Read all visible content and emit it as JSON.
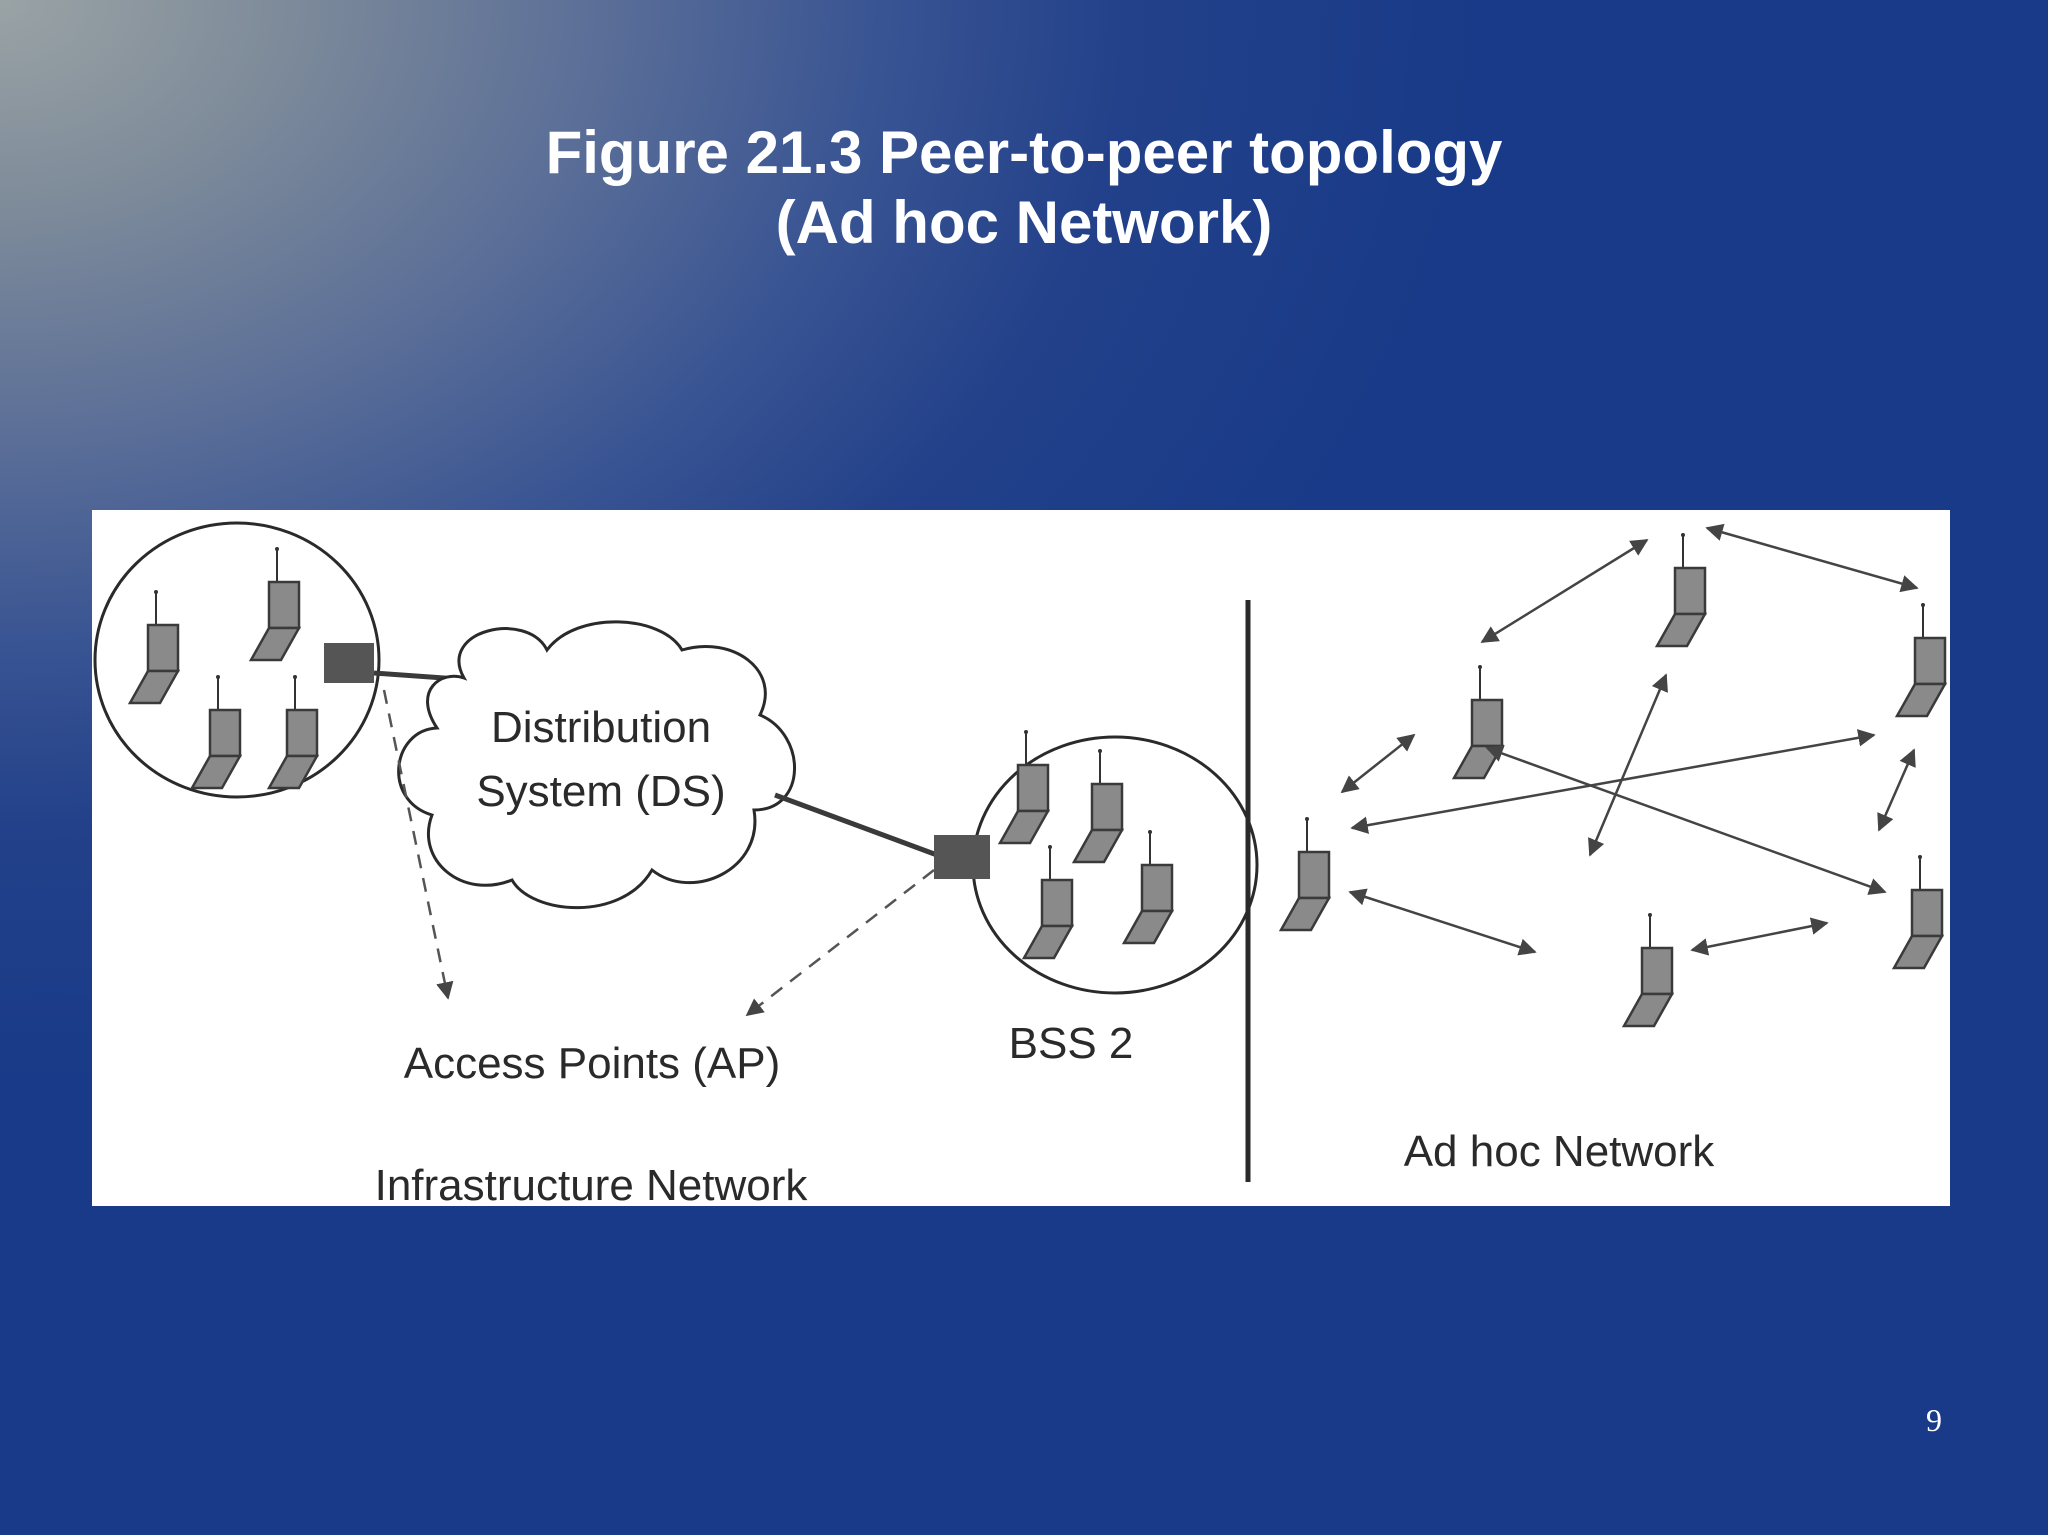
{
  "slide": {
    "title_line1": "Figure 21.3 Peer-to-peer topology",
    "title_line2": "(Ad hoc Network)",
    "page_number": "9"
  },
  "diagram": {
    "ds_label_line1": "Distribution",
    "ds_label_line2": "System (DS)",
    "ap_label": "Access Points (AP)",
    "bss2_label": "BSS 2",
    "infrastructure_label": "Infrastructure Network",
    "adhoc_label": "Ad hoc Network"
  },
  "colors": {
    "laptop_fill": "#8a8a8a",
    "laptop_stroke": "#3a3a3a",
    "access_point": "#555555",
    "line": "#3a3a3a",
    "background_dark": "#183a88",
    "background_light": "#9aa3a5"
  }
}
